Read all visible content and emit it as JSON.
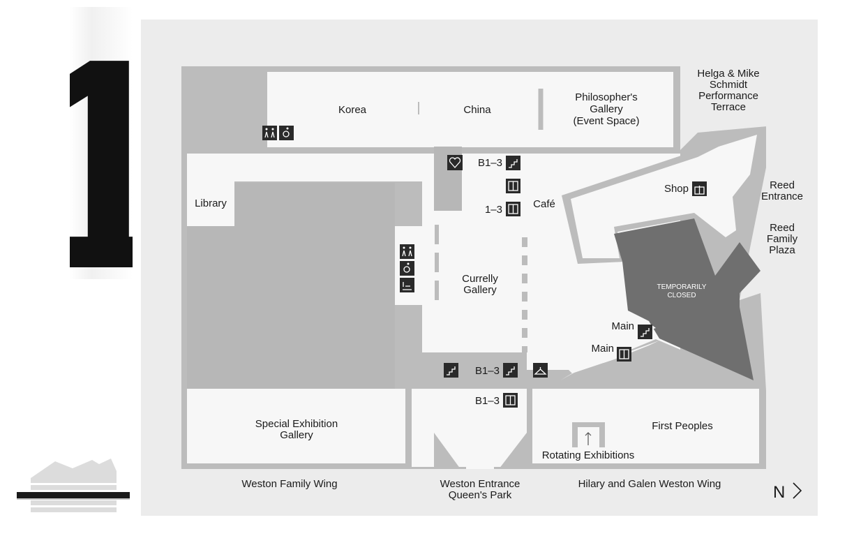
{
  "floor": {
    "number": "1"
  },
  "map": {
    "areas": {
      "korea": "Korea",
      "china": "China",
      "philosophers_gallery": [
        "Philosopher's",
        "Gallery",
        "(Event Space)"
      ],
      "helga_mike": [
        "Helga & Mike",
        "Schmidt",
        "Performance",
        "Terrace"
      ],
      "library": "Library",
      "cafe": "Café",
      "shop": "Shop",
      "reed_entrance": [
        "Reed",
        "Entrance"
      ],
      "reed_plaza": [
        "Reed",
        "Family",
        "Plaza"
      ],
      "currelly": [
        "Currelly",
        "Gallery"
      ],
      "temporarily_closed": [
        "TEMPORARILY",
        "CLOSED"
      ],
      "special_exhibition": [
        "Special Exhibition",
        "Gallery"
      ],
      "first_peoples": "First Peoples",
      "rotating": "Rotating Exhibitions"
    },
    "connections": {
      "stairs_top": "B1–3",
      "elevator_top": "1–3",
      "main_stairs": "Main",
      "main_elevator": "Main",
      "stairs_bottom": "B1–3",
      "elevator_bottom": "B1–3"
    },
    "footer": {
      "weston_family_wing": "Weston Family Wing",
      "weston_entrance": [
        "Weston Entrance",
        "Queen's Park"
      ],
      "hilary_galen": "Hilary and Galen Weston Wing"
    },
    "compass": {
      "label": "N"
    }
  },
  "colors": {
    "panel": "#ececec",
    "wall": "#bcbcbc",
    "room": "#f7f7f7",
    "closed_area": "#6f6f6f",
    "icon": "#2a2a2a"
  }
}
